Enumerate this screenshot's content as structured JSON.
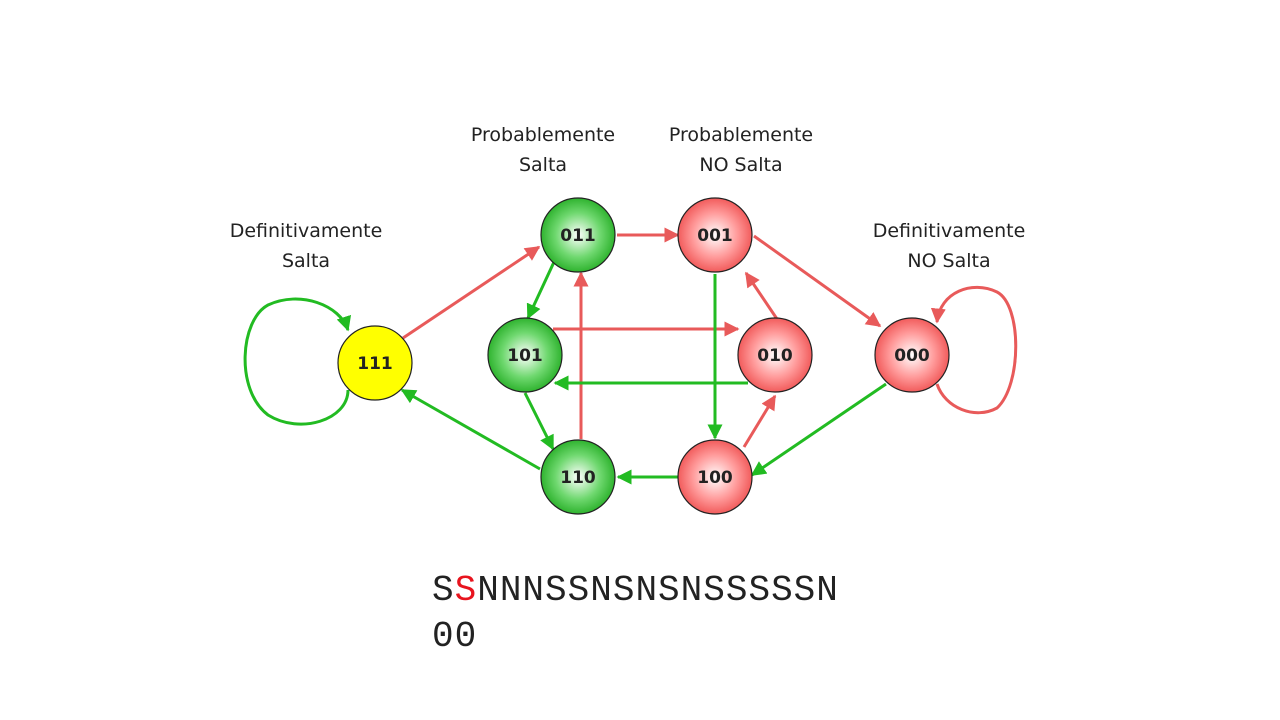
{
  "colors": {
    "taken": "#22bb22",
    "not_taken": "#e85a5a",
    "highlight": "#e8141e",
    "current_state": "#ffff00"
  },
  "labels": {
    "def_salta": [
      "Definitivamente",
      "Salta"
    ],
    "prob_salta": [
      "Probablemente",
      "Salta"
    ],
    "prob_no_salta": [
      "Probablemente",
      "NO Salta"
    ],
    "def_no_salta": [
      "Definitivamente",
      "NO Salta"
    ]
  },
  "states": [
    {
      "id": "111",
      "label": "111",
      "kind": "current"
    },
    {
      "id": "011",
      "label": "011",
      "kind": "taken"
    },
    {
      "id": "101",
      "label": "101",
      "kind": "taken"
    },
    {
      "id": "110",
      "label": "110",
      "kind": "taken"
    },
    {
      "id": "001",
      "label": "001",
      "kind": "not_taken"
    },
    {
      "id": "010",
      "label": "010",
      "kind": "not_taken"
    },
    {
      "id": "100",
      "label": "100",
      "kind": "not_taken"
    },
    {
      "id": "000",
      "label": "000",
      "kind": "not_taken"
    }
  ],
  "transitions": [
    {
      "from": "111",
      "to": "111",
      "input": "S"
    },
    {
      "from": "111",
      "to": "011",
      "input": "N"
    },
    {
      "from": "011",
      "to": "001",
      "input": "N"
    },
    {
      "from": "011",
      "to": "101",
      "input": "S"
    },
    {
      "from": "101",
      "to": "010",
      "input": "N"
    },
    {
      "from": "101",
      "to": "110",
      "input": "S"
    },
    {
      "from": "110",
      "to": "011",
      "input": "N"
    },
    {
      "from": "110",
      "to": "111",
      "input": "S"
    },
    {
      "from": "001",
      "to": "000",
      "input": "N"
    },
    {
      "from": "001",
      "to": "100",
      "input": "S"
    },
    {
      "from": "010",
      "to": "001",
      "input": "N"
    },
    {
      "from": "010",
      "to": "101",
      "input": "S"
    },
    {
      "from": "100",
      "to": "010",
      "input": "N"
    },
    {
      "from": "100",
      "to": "110",
      "input": "S"
    },
    {
      "from": "000",
      "to": "000",
      "input": "N"
    },
    {
      "from": "000",
      "to": "100",
      "input": "S"
    }
  ],
  "sequence": {
    "before": "S",
    "current": "S",
    "after": "NNNSSNSNSNSSSSSN",
    "line2": "00"
  }
}
